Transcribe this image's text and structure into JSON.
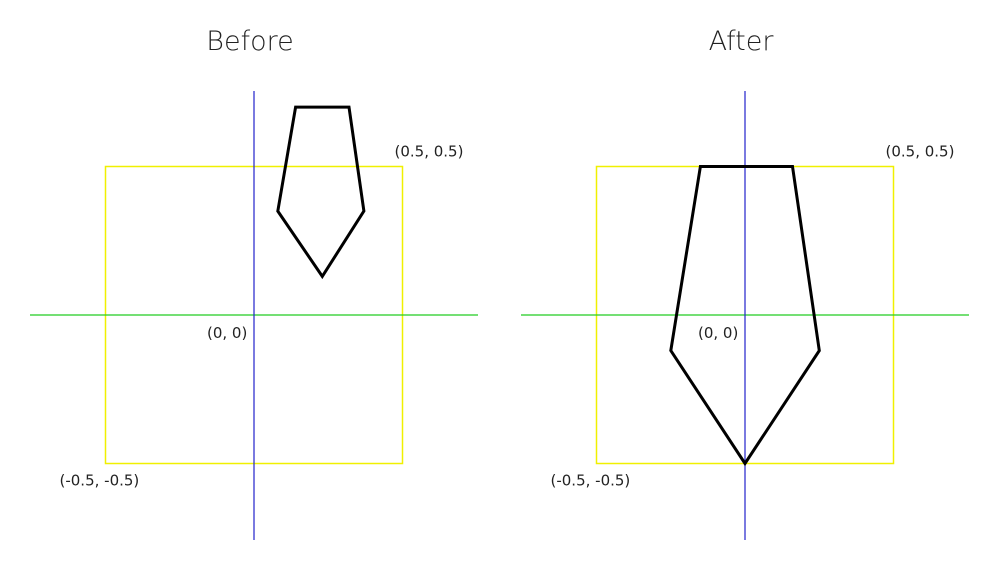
{
  "colors": {
    "x_axis": "#22cc22",
    "y_axis": "#2222cc",
    "unit_square": "#f0f000",
    "shape": "#000000"
  },
  "panels": [
    {
      "title": "Before",
      "labels": {
        "top_right": "(0.5, 0.5)",
        "origin": "(0, 0)",
        "bottom_left": "(-0.5, -0.5)"
      },
      "shape_vertices": [
        [
          0.14,
          0.7
        ],
        [
          0.32,
          0.7
        ],
        [
          0.37,
          0.35
        ],
        [
          0.23,
          0.13
        ],
        [
          0.08,
          0.35
        ]
      ]
    },
    {
      "title": "After",
      "labels": {
        "top_right": "(0.5, 0.5)",
        "origin": "(0, 0)",
        "bottom_left": "(-0.5, -0.5)"
      },
      "shape_vertices": [
        [
          -0.15,
          0.5
        ],
        [
          0.16,
          0.5
        ],
        [
          0.25,
          -0.12
        ],
        [
          0.0,
          -0.5
        ],
        [
          -0.25,
          -0.12
        ]
      ]
    }
  ]
}
